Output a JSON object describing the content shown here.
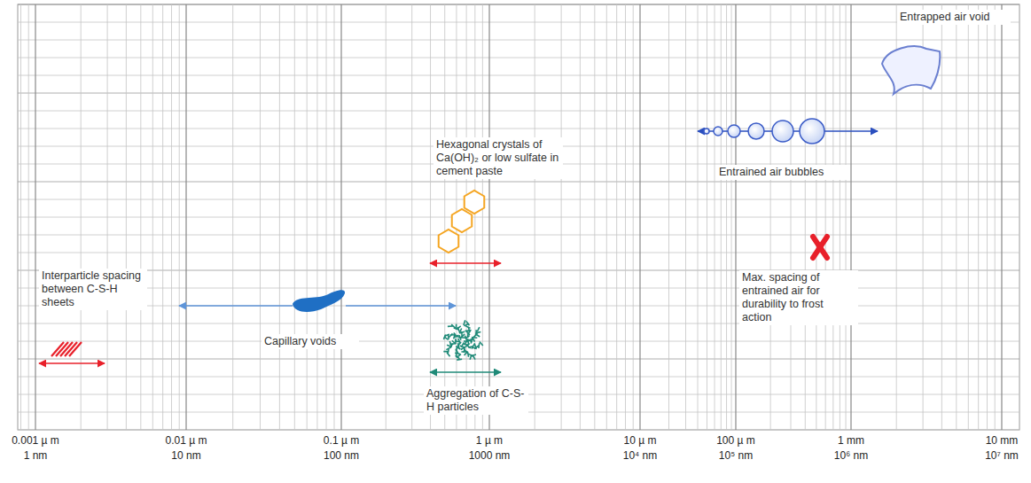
{
  "diagram": {
    "labels": [
      "Entrapped air void",
      "Hexagonal crystals of Ca(OH)₂ or low sulfate in cement paste",
      "Entrained air bubbles",
      "Interparticle spacing between C-S-H sheets",
      "Capillary voids",
      "Max. spacing of entrained air for durability to frost action",
      "Aggregation of C-S-H particles",
      "0.001 µ m",
      "1 nm",
      "0.01 µ m",
      "10 nm",
      "0.1 µ m",
      "100 nm",
      "1 µ m",
      "1000 nm",
      "10 µ m",
      "10⁴ nm",
      "100 µ m",
      "10⁵ nm",
      "1 mm",
      "10⁶ nm",
      "10 mm",
      "10⁷ nm"
    ]
  }
}
